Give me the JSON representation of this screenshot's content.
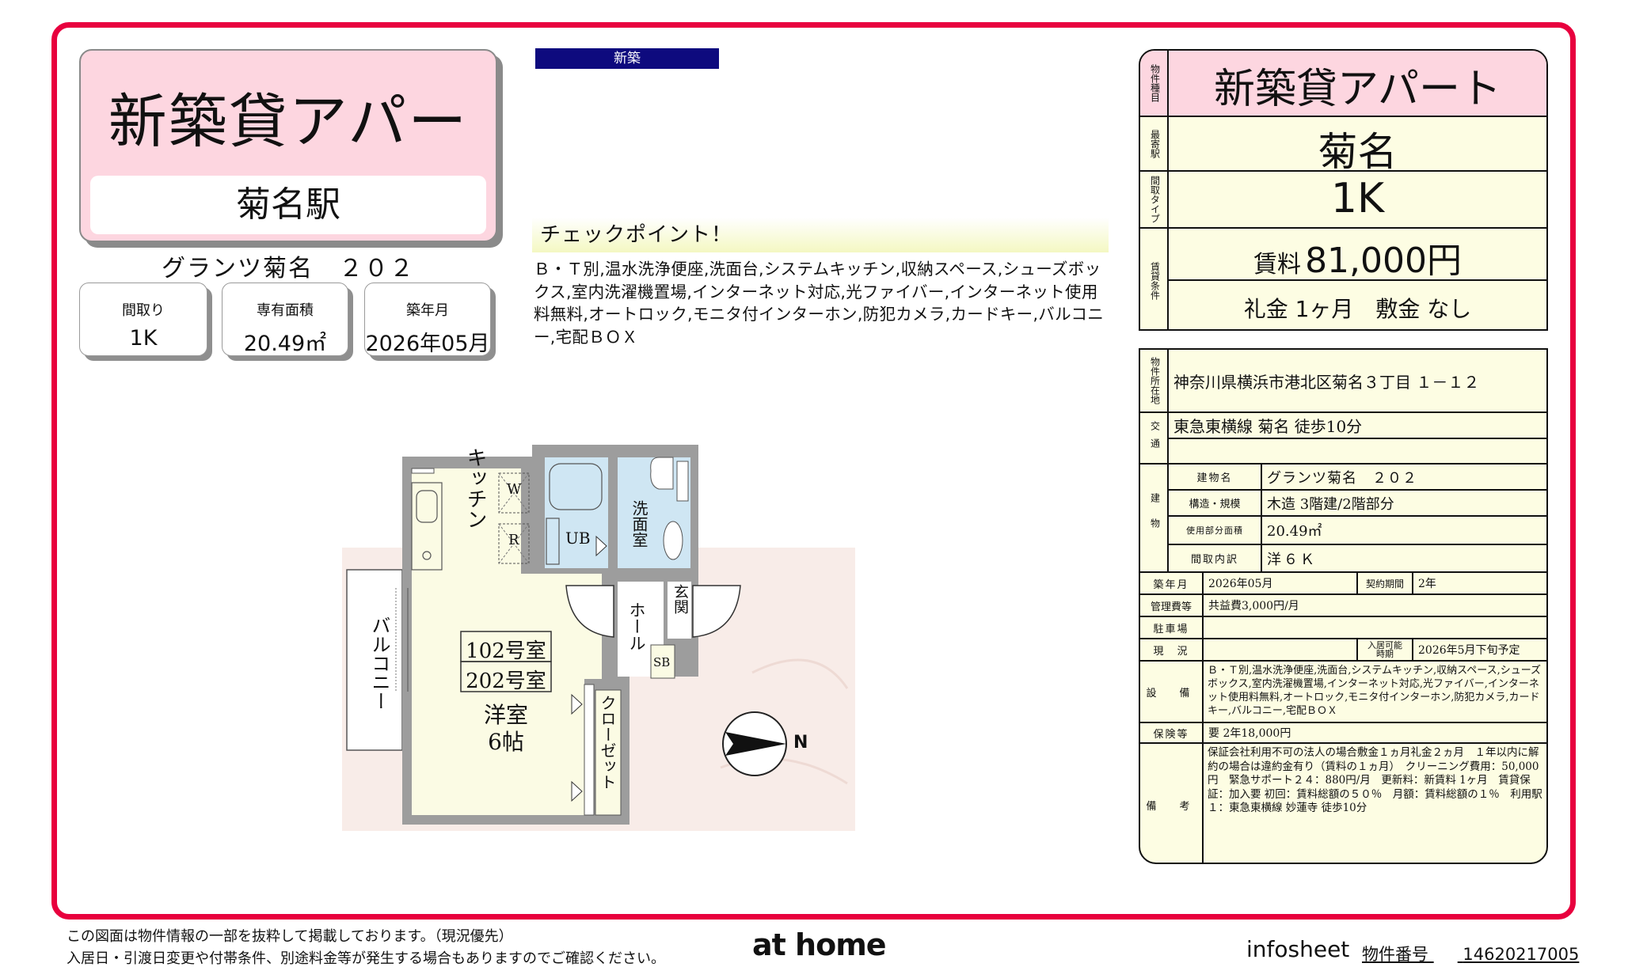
{
  "hero": {
    "title": "新築貸アパート",
    "station": "菊名駅"
  },
  "building_name": "グランツ菊名　２０２",
  "cards": [
    {
      "label": "間取り",
      "value": "1K"
    },
    {
      "label": "専有面積",
      "value": "20.49㎡"
    },
    {
      "label": "築年月",
      "value": "2026年05月"
    }
  ],
  "tag": "新築",
  "checkpoint": {
    "heading": "チェックポイント！",
    "body": "Ｂ・Ｔ別,温水洗浄便座,洗面台,システムキッチン,収納スペース,シューズボックス,室内洗濯機置場,インターネット対応,光ファイバー,インターネット使用料無料,オートロック,モニタ付インターホン,防犯カメラ,カードキー,バルコニー,宅配ＢＯＸ"
  },
  "floorplan": {
    "labels": {
      "kitchen": "キッチン",
      "washer": "W",
      "fridge": "R",
      "bath": "UB",
      "washroom": "洗面室",
      "entrance": "玄関",
      "hall": "ホール",
      "shoebox": "SB",
      "balcony": "バルコニー",
      "room_a": "102号室",
      "room_b": "202号室",
      "room_type": "洋室",
      "room_size": "6帖",
      "closet": "クローゼット",
      "north": "N"
    }
  },
  "summary_table": {
    "type_label": "物件種目",
    "type_value": "新築貸アパート",
    "station_label": "最寄駅",
    "station_value": "菊名",
    "layout_label": "間取タイプ",
    "layout_value": "1K",
    "terms_label": "賃貸条件",
    "rent_prefix": "賃料",
    "rent_value": "81,000円",
    "deposit_text": "礼金 1ヶ月　敷金 なし"
  },
  "detail_table": {
    "address_label": "物件所在地",
    "address": "神奈川県横浜市港北区菊名３丁目 １－１２",
    "transport_label": "交通",
    "transport_1": "東急東横線 菊名 徒歩10分",
    "transport_2": "",
    "building_label": "建物",
    "building_rows": [
      {
        "label": "建物名",
        "value": "グランツ菊名　２０２"
      },
      {
        "label": "構造・規模",
        "value": "木造 3階建/2階部分"
      },
      {
        "label": "使用部分面積",
        "value": "20.49㎡"
      },
      {
        "label": "間取内訳",
        "value": "洋６Ｋ"
      }
    ],
    "built_label": "築年月",
    "built_value": "2026年05月",
    "contract_label": "契約期間",
    "contract_value": "2年",
    "mgmt_label": "管理費等",
    "mgmt_value": "共益費3,000円/月",
    "parking_label": "駐車場",
    "parking_value": "",
    "status_label": "現　況",
    "status_value": "",
    "movein_label": "入居可能時期",
    "movein_value": "2026年5月下旬予定",
    "equip_label": "設　備",
    "equip_value": "Ｂ・Ｔ別,温水洗浄便座,洗面台,システムキッチン,収納スペース,シューズボックス,室内洗濯機置場,インターネット対応,光ファイバー,インターネット使用料無料,オートロック,モニタ付インターホン,防犯カメラ,カードキー,バルコニー,宅配ＢＯＸ",
    "insurance_label": "保険等",
    "insurance_value": "要 2年18,000円",
    "remarks_label": "備　考",
    "remarks_value": "保証会社利用不可の法人の場合敷金１ヵ月礼金２ヵ月　１年以内に解約の場合は違約金有り（賃料の１ヵ月）　クリーニング費用：50,000円　緊急サポート２４：880円/月　更新料：新賃料 1ヶ月　賃貸保証：加入要 初回：賃料総額の５０％　月額：賃料総額の１％　利用駅１：東急東横線 妙蓮寺 徒歩10分"
  },
  "footer": {
    "note_1": "この図面は物件情報の一部を抜粋して掲載しております。（現況優先）",
    "note_2": "入居日・引渡日変更や付帯条件、別途料金等が発生する場合もありますのでご確認ください。",
    "logo": "at home",
    "infosheet": "infosheet",
    "property_no_label": "物件番号",
    "property_no": "14620217005"
  },
  "colors": {
    "frame_red": "#e8003e",
    "hero_pink": "#fdd6e0",
    "table_cream": "#fdfde3",
    "tag_navy": "#0e0a7e",
    "bath_blue": "#cfe6f3",
    "room_cream": "#fbfbe4"
  }
}
